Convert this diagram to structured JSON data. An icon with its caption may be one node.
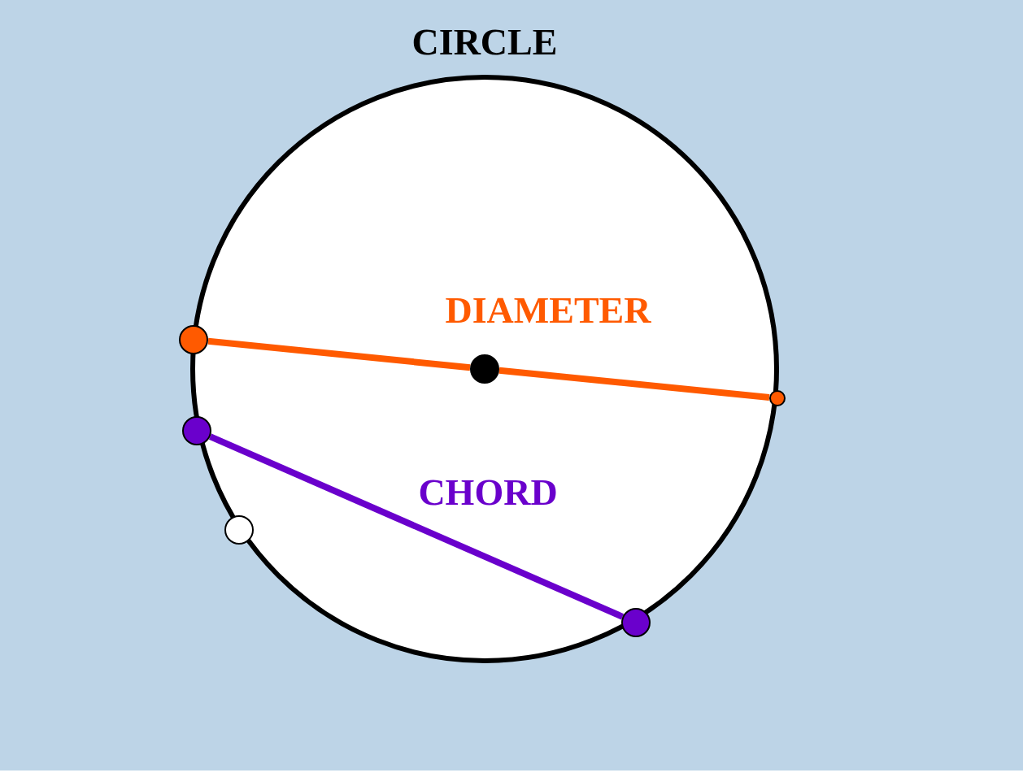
{
  "diagram": {
    "nodes": [
      {
        "text": [
          "CIRCLE"
        ]
      },
      {
        "text": [],
        "shape": "circle"
      },
      {
        "text": [],
        "shape": "circle",
        "in": 0
      },
      {
        "text": [],
        "shape": "circle"
      },
      {
        "text": [],
        "shape": "circle"
      },
      {
        "text": [],
        "shape": "circle"
      },
      {
        "text": [],
        "shape": "circle"
      }
    ],
    "edges": [
      {
        "from": 1,
        "to": 2,
        "arrow": "none",
        "label": "DIAMETER",
        "color": "#ff5a00"
      },
      {
        "from": 2,
        "to": 3,
        "arrow": "none",
        "color": "#ff5a00"
      },
      {
        "from": 4,
        "to": 6,
        "arrow": "none",
        "label": "CHORD",
        "color": "#6a00cc"
      }
    ]
  }
}
